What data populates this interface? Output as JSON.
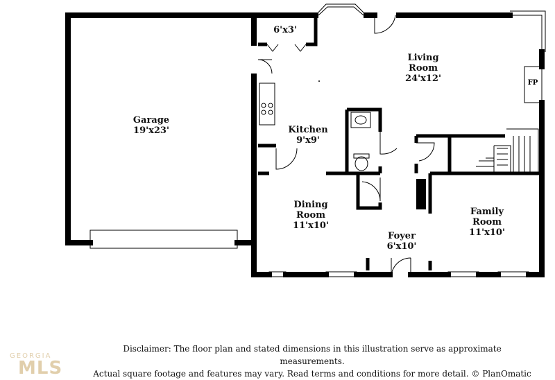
{
  "rooms": {
    "garage": {
      "name": "Garage",
      "dim": "19'x23'"
    },
    "pantry": {
      "name": "",
      "dim": "6'x3'"
    },
    "living": {
      "name": "Living Room",
      "dim": "24'x12'"
    },
    "kitchen": {
      "name": "Kitchen",
      "dim": "9'x9'"
    },
    "dining": {
      "name": "Dining Room",
      "dim": "11'x10'"
    },
    "family": {
      "name": "Family Room",
      "dim": "11'x10'"
    },
    "foyer": {
      "name": "Foyer",
      "dim": "6'x10'"
    }
  },
  "fireplace_label": "FP",
  "disclaimer": {
    "line1": "Disclaimer: The floor plan and stated dimensions in this illustration serve as approximate measurements.",
    "line2": "Actual square footage and features may vary. Read terms and conditions for more detail. © PlanOmatic"
  },
  "watermark": {
    "top": "GEORGIA",
    "main": "MLS"
  }
}
